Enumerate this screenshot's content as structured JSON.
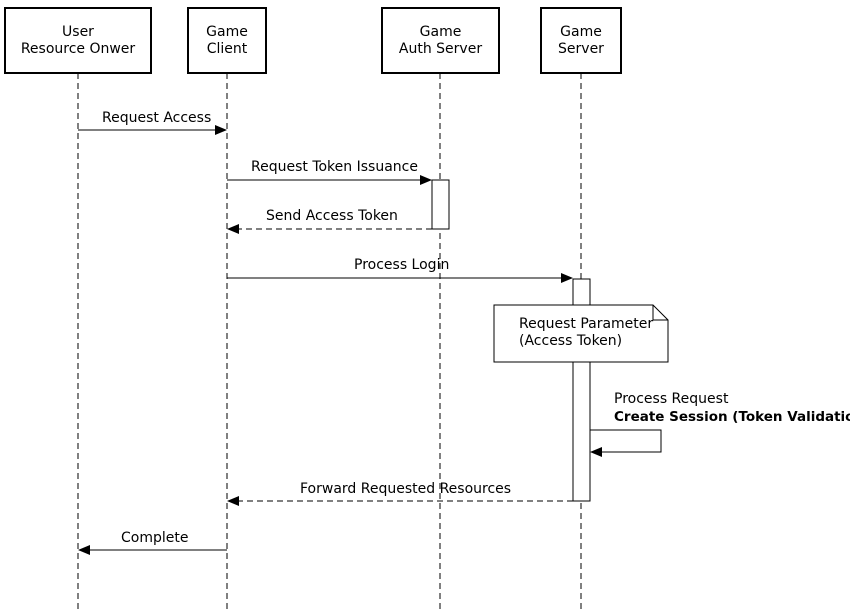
{
  "participants": [
    {
      "line1": "User",
      "line2": "Resource Onwer"
    },
    {
      "line1": "Game",
      "line2": "Client"
    },
    {
      "line1": "Game",
      "line2": "Auth Server"
    },
    {
      "line1": "Game",
      "line2": "Server"
    }
  ],
  "messages": {
    "request_access": "Request Access",
    "request_token_issuance": "Request Token Issuance",
    "send_access_token": "Send Access Token",
    "process_login": "Process Login",
    "process_request": "Process Request",
    "create_session": "Create Session (Token Validation)",
    "forward_resources": "Forward Requested Resources",
    "complete": "Complete"
  },
  "note": {
    "line1": "Request Parameter",
    "line2": "(Access Token)"
  }
}
